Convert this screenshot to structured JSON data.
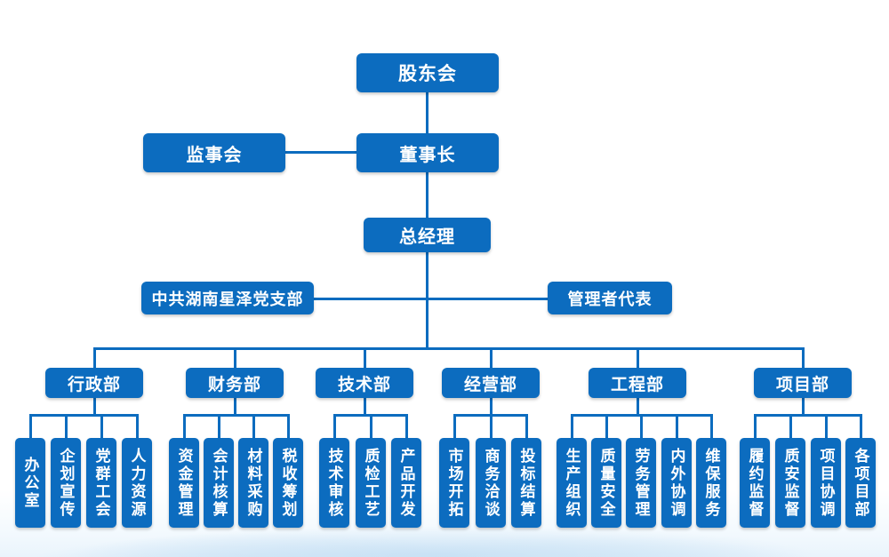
{
  "meta": {
    "title": "组织架构图",
    "accent_color": "#0c6cbf",
    "line_color": "#0c6cbf",
    "text_color": "#ffffff",
    "background_color": "#ffffff"
  },
  "levels": {
    "level1": {
      "label": "股东会"
    },
    "level2": [
      {
        "label": "监事会"
      },
      {
        "label": "董事长"
      }
    ],
    "level3": {
      "label": "总经理"
    },
    "level4": [
      {
        "label": "中共湖南星泽党支部"
      },
      {
        "label": "管理者代表"
      }
    ]
  },
  "departments": [
    {
      "label": "行政部",
      "children": [
        {
          "label": "办公室"
        },
        {
          "label": "企划宣传"
        },
        {
          "label": "党群工会"
        },
        {
          "label": "人力资源"
        }
      ]
    },
    {
      "label": "财务部",
      "children": [
        {
          "label": "资金管理"
        },
        {
          "label": "会计核算"
        },
        {
          "label": "材料采购"
        },
        {
          "label": "税收筹划"
        }
      ]
    },
    {
      "label": "技术部",
      "children": [
        {
          "label": "技术审核"
        },
        {
          "label": "质检工艺"
        },
        {
          "label": "产品开发"
        }
      ]
    },
    {
      "label": "经营部",
      "children": [
        {
          "label": "市场开拓"
        },
        {
          "label": "商务洽谈"
        },
        {
          "label": "投标结算"
        }
      ]
    },
    {
      "label": "工程部",
      "children": [
        {
          "label": "生产组织"
        },
        {
          "label": "质量安全"
        },
        {
          "label": "劳务管理"
        },
        {
          "label": "内外协调"
        },
        {
          "label": "维保服务"
        }
      ]
    },
    {
      "label": "项目部",
      "children": [
        {
          "label": "履约监督"
        },
        {
          "label": "质安监督"
        },
        {
          "label": "项目协调"
        },
        {
          "label": "各项目部"
        }
      ]
    }
  ]
}
